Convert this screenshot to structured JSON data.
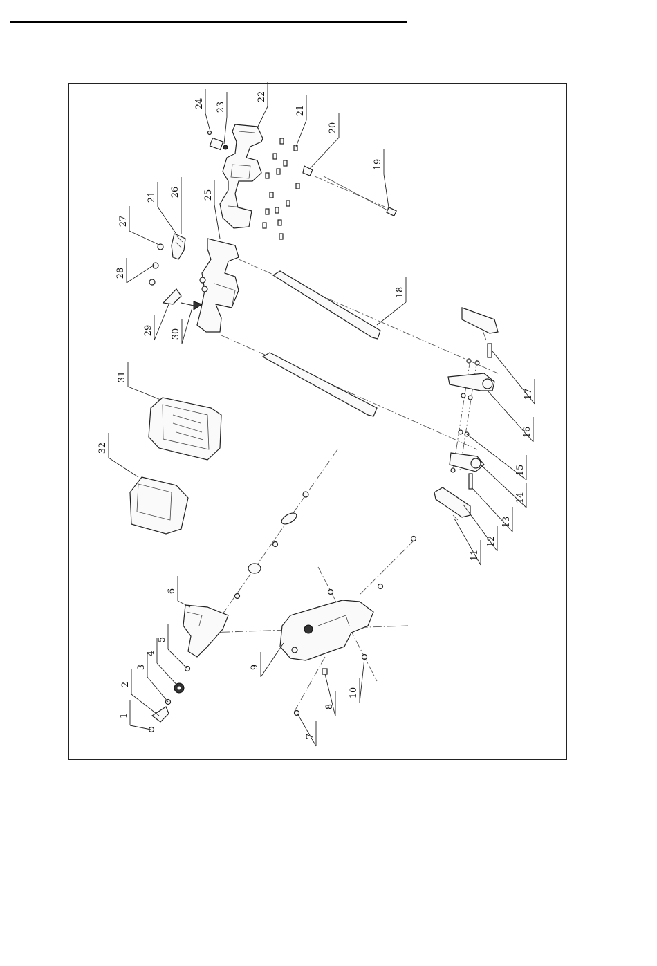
{
  "drawing": {
    "callouts": [
      {
        "label": "1"
      },
      {
        "label": "2"
      },
      {
        "label": "3"
      },
      {
        "label": "4"
      },
      {
        "label": "5"
      },
      {
        "label": "6"
      },
      {
        "label": "7"
      },
      {
        "label": "8"
      },
      {
        "label": "9"
      },
      {
        "label": "10"
      },
      {
        "label": "11"
      },
      {
        "label": "12"
      },
      {
        "label": "13"
      },
      {
        "label": "14"
      },
      {
        "label": "15"
      },
      {
        "label": "16"
      },
      {
        "label": "17"
      },
      {
        "label": "18"
      },
      {
        "label": "19"
      },
      {
        "label": "20"
      },
      {
        "label": "21"
      },
      {
        "label": "22"
      },
      {
        "label": "23"
      },
      {
        "label": "24"
      },
      {
        "label": "25"
      },
      {
        "label": "21"
      },
      {
        "label": "26"
      },
      {
        "label": "27"
      },
      {
        "label": "28"
      },
      {
        "label": "29"
      },
      {
        "label": "30"
      },
      {
        "label": "31"
      },
      {
        "label": "32"
      }
    ],
    "colors": {
      "line": "#222222",
      "frame": "#222222",
      "paper": "#ffffff"
    }
  }
}
